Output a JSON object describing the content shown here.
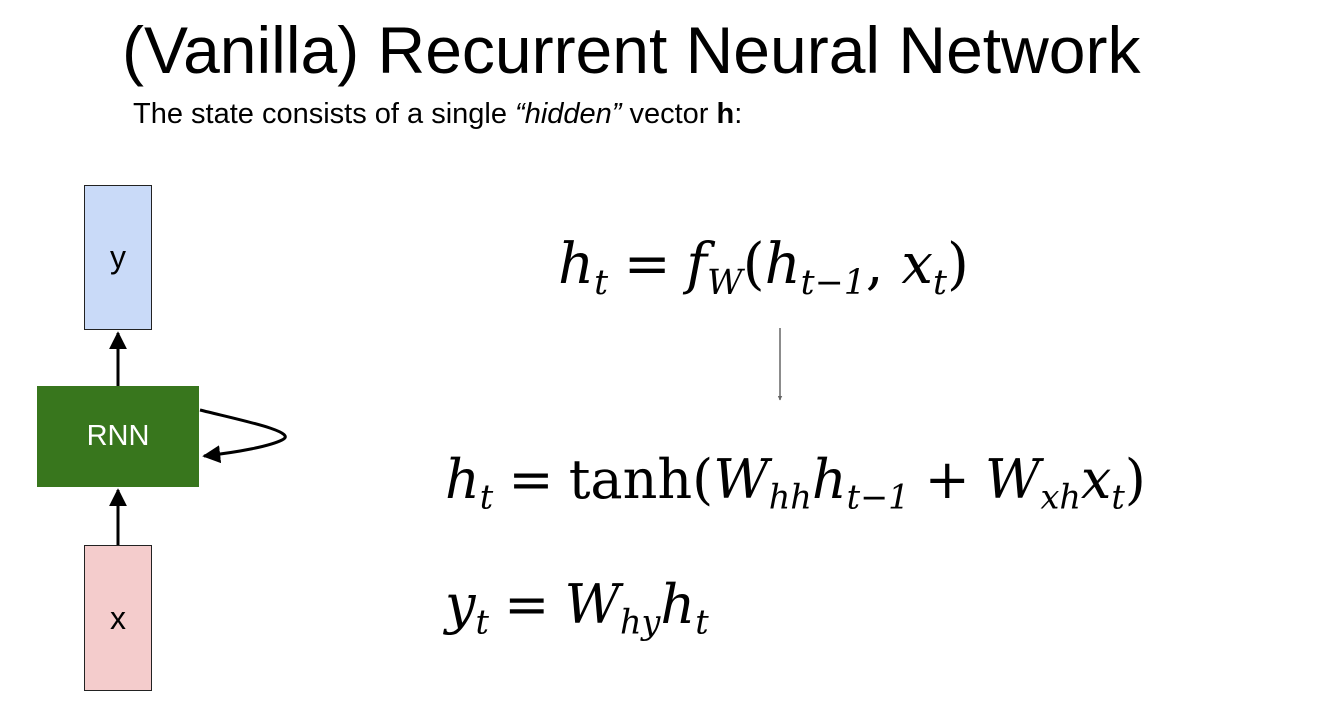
{
  "title": "(Vanilla) Recurrent Neural Network",
  "subtitle": {
    "prefix": "The state consists of a single ",
    "emph": "“hidden”",
    "middle": " vector ",
    "bold": "h",
    "suffix": ":"
  },
  "diagram": {
    "output_label": "y",
    "cell_label": "RNN",
    "input_label": "x",
    "colors": {
      "output_box": "#c9daf8",
      "input_box": "#f4cccc",
      "cell_box": "#38761d",
      "arrow": "#000000",
      "connector": "#666666"
    }
  },
  "equations": {
    "recurrence": {
      "lhs_var": "h",
      "lhs_sub": "t",
      "eq": "=",
      "fn": "f",
      "fn_sub": "W",
      "open": "(",
      "arg1": "h",
      "arg1_sub": "t−1",
      "comma": ", ",
      "arg2": "x",
      "arg2_sub": "t",
      "close": ")"
    },
    "hidden_update": {
      "lhs_var": "h",
      "lhs_sub": "t",
      "eq": "=",
      "fn": "tanh(",
      "w1": "W",
      "w1_sub": "hh",
      "a1": "h",
      "a1_sub": "t−1",
      "plus": "+",
      "w2": "W",
      "w2_sub": "xh",
      "a2": "x",
      "a2_sub": "t",
      "close": ")"
    },
    "output": {
      "lhs_var": "y",
      "lhs_sub": "t",
      "eq": "=",
      "w": "W",
      "w_sub": "hy",
      "a": "h",
      "a_sub": "t"
    }
  }
}
